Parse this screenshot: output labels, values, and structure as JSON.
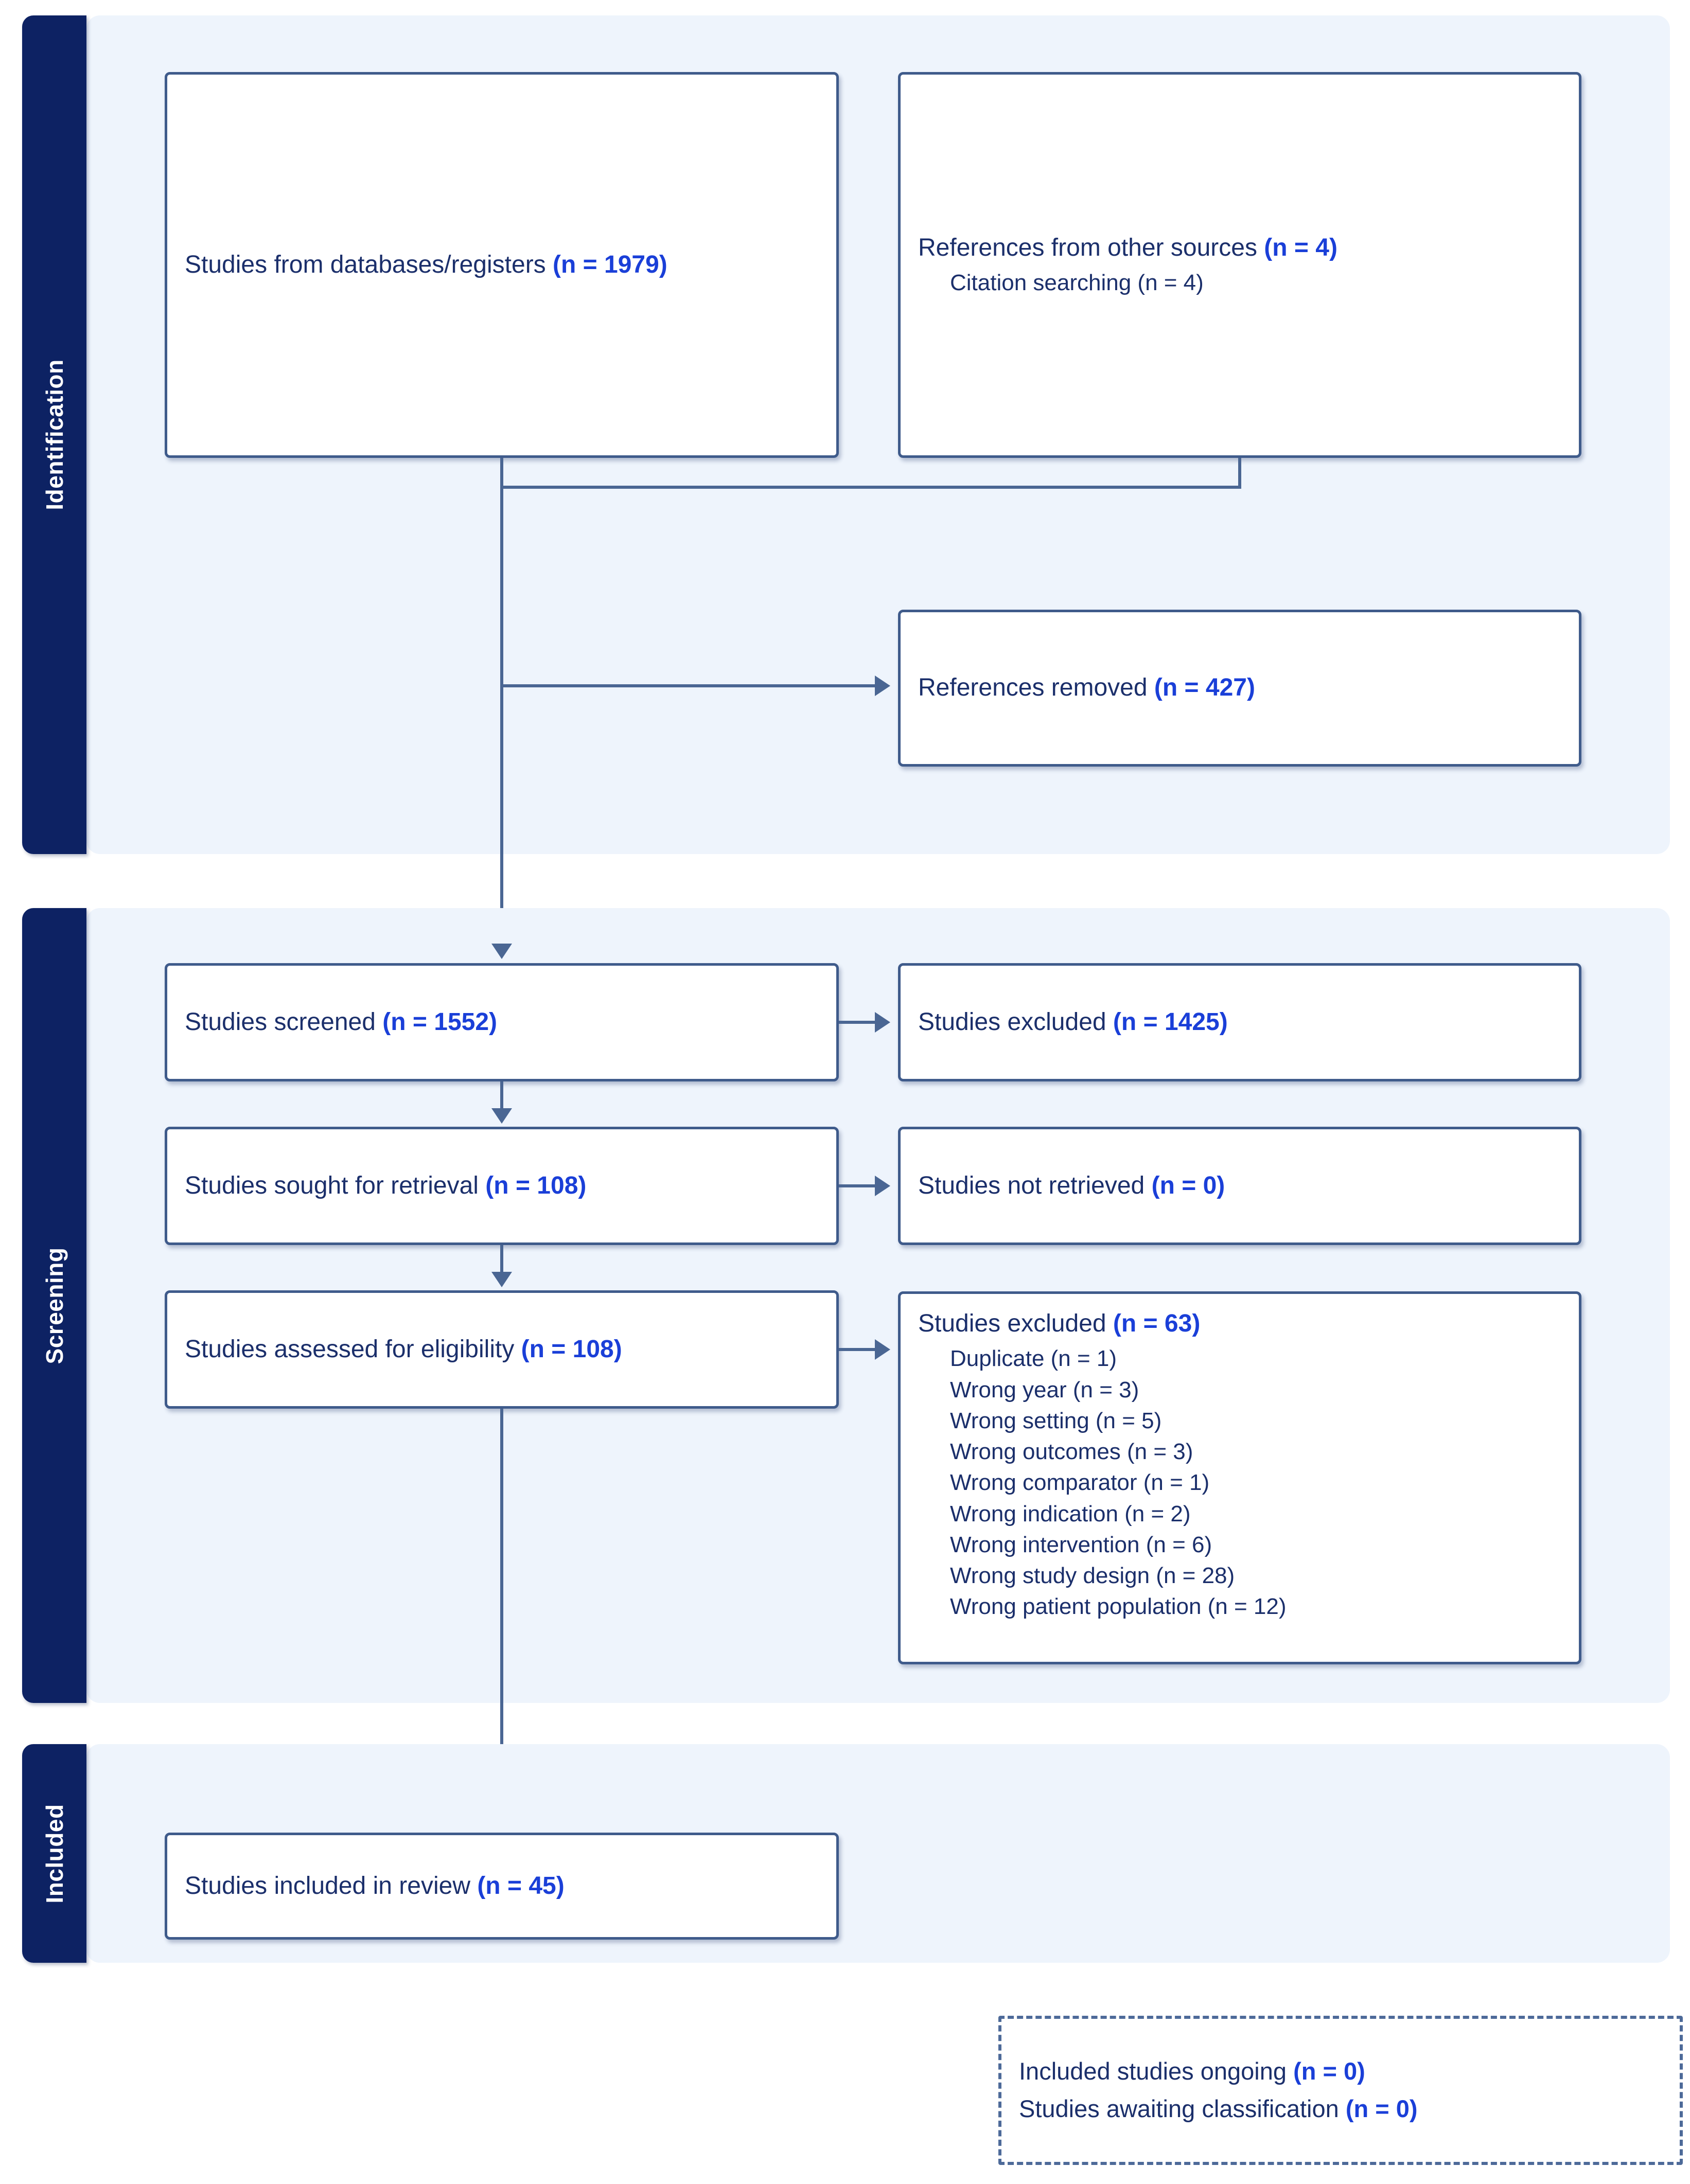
{
  "diagram": {
    "type": "prisma-flow-diagram",
    "colors": {
      "stage_tab_bg": "#0d2263",
      "panel_bg": "#eef4fc",
      "box_border": "#3f5b8b",
      "text_navy": "#1b2f6b",
      "accent_blue": "#1a3fd8"
    }
  },
  "stages": [
    {
      "id": "identification",
      "label": "Identification"
    },
    {
      "id": "screening",
      "label": "Screening"
    },
    {
      "id": "included",
      "label": "Included"
    }
  ],
  "nodes": {
    "databases": {
      "title_text": "Studies from databases/registers ",
      "title_count": "(n = 1979)"
    },
    "other_sources": {
      "title_text": "References from other sources ",
      "title_count": "(n = 4)",
      "sub_items": [
        "Citation searching (n = 4)"
      ]
    },
    "references_removed": {
      "title_text": "References removed ",
      "title_count": "(n = 427)"
    },
    "studies_screened": {
      "title_text": "Studies screened ",
      "title_count": "(n = 1552)"
    },
    "studies_excluded_screening": {
      "title_text": "Studies excluded ",
      "title_count": "(n = 1425)"
    },
    "studies_sought": {
      "title_text": "Studies sought for retrieval ",
      "title_count": "(n = 108)"
    },
    "studies_not_retrieved": {
      "title_text": "Studies not retrieved ",
      "title_count": "(n = 0)"
    },
    "studies_assessed": {
      "title_text": "Studies assessed for eligibility ",
      "title_count": "(n = 108)"
    },
    "studies_excluded_eligibility": {
      "title_text": "Studies excluded ",
      "title_count": "(n = 63)",
      "sub_items": [
        "Duplicate (n = 1)",
        "Wrong year (n = 3)",
        "Wrong setting (n = 5)",
        "Wrong outcomes (n = 3)",
        "Wrong comparator (n = 1)",
        "Wrong indication (n = 2)",
        "Wrong intervention (n = 6)",
        "Wrong study design (n = 28)",
        "Wrong patient population (n = 12)"
      ]
    },
    "studies_included": {
      "title_text": "Studies included in review ",
      "title_count": "(n = 45)"
    },
    "ongoing_note": {
      "line1_text": "Included studies ongoing ",
      "line1_count": "(n = 0)",
      "line2_text": "Studies awaiting classification ",
      "line2_count": "(n = 0)"
    }
  }
}
